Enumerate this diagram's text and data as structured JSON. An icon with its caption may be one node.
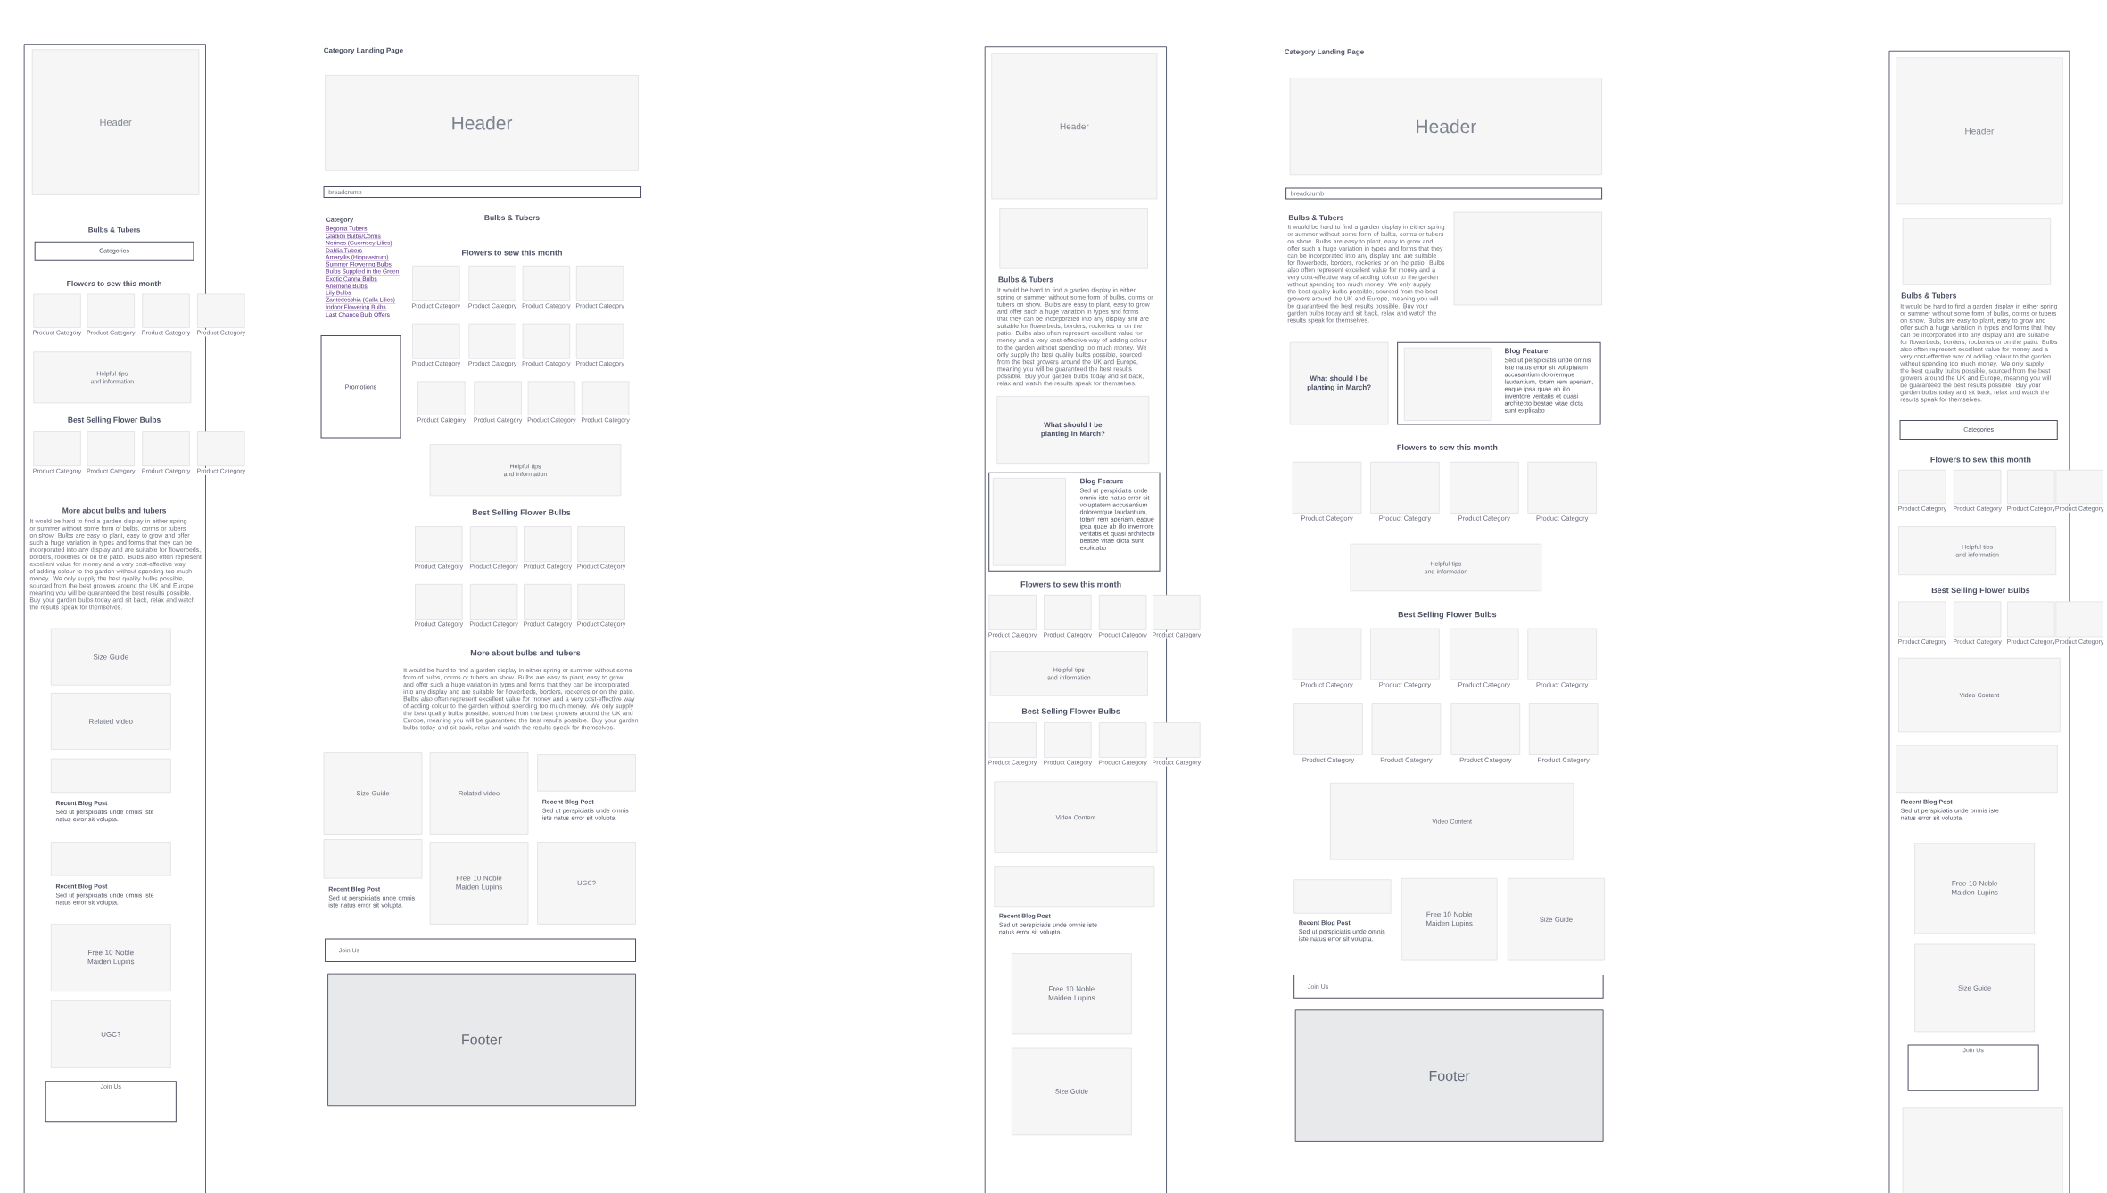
{
  "diagram": {
    "nodes": [
      {
        "text": [],
        "shape": "box"
      },
      {
        "text": [
          "Header"
        ],
        "in": 0
      },
      {
        "text": [
          "Categories"
        ],
        "in": 0
      },
      {
        "text": [],
        "shape": "box",
        "beside": [
          "Product Category"
        ],
        "in": 0
      },
      {
        "text": [],
        "shape": "box",
        "beside": [
          "Product Category"
        ],
        "in": 0
      },
      {
        "text": [],
        "shape": "box",
        "beside": [
          "Product Category"
        ],
        "in": 0
      },
      {
        "text": [],
        "shape": "box",
        "beside": [
          "Product Category"
        ]
      },
      {
        "text": [
          "Helpful tips and information"
        ],
        "in": 0
      },
      {
        "text": [],
        "shape": "box",
        "beside": [
          "Product Category"
        ],
        "in": 0
      },
      {
        "text": [],
        "shape": "box",
        "beside": [
          "Product Category"
        ],
        "in": 0
      },
      {
        "text": [],
        "shape": "box",
        "beside": [
          "Product Category"
        ],
        "in": 0
      },
      {
        "text": [],
        "shape": "box",
        "beside": [
          "Product Category"
        ]
      },
      {
        "text": [
          "Size Guide"
        ],
        "in": 0
      },
      {
        "text": [
          "Related video"
        ],
        "in": 0
      },
      {
        "text": [],
        "shape": "box",
        "beside": [
          "Recent Blog Post",
          "Sed ut perspiciatis unde omnis iste natus error sit volupta."
        ],
        "in": 0
      },
      {
        "text": [],
        "shape": "box",
        "beside": [
          "Recent Blog Post",
          "Sed ut perspiciatis unde omnis iste natus error sit volupta."
        ],
        "in": 0
      },
      {
        "text": [
          "Free 10 Noble Maiden Lupins"
        ],
        "in": 0
      },
      {
        "text": [
          "UGC?"
        ],
        "in": 0
      },
      {
        "text": [
          "Join Us"
        ],
        "in": 0
      },
      {
        "text": [
          "Header"
        ]
      },
      {
        "text": [
          "breadcrumb"
        ]
      },
      {
        "text": [
          "Promotions"
        ]
      },
      {
        "text": [],
        "shape": "box",
        "beside": [
          "Product Category"
        ]
      },
      {
        "text": [],
        "shape": "box",
        "beside": [
          "Product Category"
        ]
      },
      {
        "text": [],
        "shape": "box",
        "beside": [
          "Product Category"
        ]
      },
      {
        "text": [],
        "shape": "box",
        "beside": [
          "Product Category"
        ]
      },
      {
        "text": [],
        "shape": "box",
        "beside": [
          "Product Category"
        ]
      },
      {
        "text": [],
        "shape": "box",
        "beside": [
          "Product Category"
        ]
      },
      {
        "text": [],
        "shape": "box",
        "beside": [
          "Product Category"
        ]
      },
      {
        "text": [],
        "shape": "box",
        "beside": [
          "Product Category"
        ]
      },
      {
        "text": [],
        "shape": "box",
        "beside": [
          "Product Category"
        ]
      },
      {
        "text": [],
        "shape": "box",
        "beside": [
          "Product Category"
        ]
      },
      {
        "text": [],
        "shape": "box",
        "beside": [
          "Product Category"
        ]
      },
      {
        "text": [],
        "shape": "box",
        "beside": [
          "Product Category"
        ]
      },
      {
        "text": [
          "Helpful tips and information"
        ]
      },
      {
        "text": [],
        "shape": "box",
        "beside": [
          "Product Category"
        ]
      },
      {
        "text": [],
        "shape": "box",
        "beside": [
          "Product Category"
        ]
      },
      {
        "text": [],
        "shape": "box",
        "beside": [
          "Product Category"
        ]
      },
      {
        "text": [],
        "shape": "box",
        "beside": [
          "Product Category"
        ]
      },
      {
        "text": [],
        "shape": "box",
        "beside": [
          "Product Category"
        ]
      },
      {
        "text": [],
        "shape": "box",
        "beside": [
          "Product Category"
        ]
      },
      {
        "text": [],
        "shape": "box",
        "beside": [
          "Product Category"
        ]
      },
      {
        "text": [],
        "shape": "box",
        "beside": [
          "Product Category"
        ]
      },
      {
        "text": [
          "Size Guide"
        ]
      },
      {
        "text": [
          "Related video"
        ]
      },
      {
        "text": [],
        "shape": "box",
        "beside": [
          "Recent Blog Post",
          "Sed ut perspiciatis unde omnis iste natus error sit volupta."
        ]
      },
      {
        "text": [],
        "shape": "box",
        "beside": [
          "Recent Blog Post",
          "Sed ut perspiciatis unde omnis iste natus error sit volupta."
        ]
      },
      {
        "text": [
          "Free 10 Noble Maiden Lupins"
        ]
      },
      {
        "text": [
          "UGC?"
        ]
      },
      {
        "text": [
          "Join Us"
        ]
      },
      {
        "text": [
          "Footer"
        ]
      },
      {
        "text": [],
        "shape": "box"
      },
      {
        "text": [
          "Header"
        ],
        "in": 51
      },
      {
        "text": [],
        "shape": "box",
        "in": 51
      },
      {
        "text": [
          "What should I be planting in March?"
        ],
        "in": 51
      },
      {
        "text": [
          "Blog Feature",
          "Sed ut perspiciatis unde omnis iste natus error sit voluptatem accusantium doloremque laudantium, totam rem aperiam, eaque ipsa quae ab illo inventore veritatis et quasi architecto beatae vitae dicta sunt explicabo"
        ],
        "in": 51
      },
      {
        "text": [],
        "shape": "box",
        "in": 55
      },
      {
        "text": [],
        "shape": "box",
        "beside": [
          "Product Category"
        ],
        "in": 51
      },
      {
        "text": [],
        "shape": "box",
        "beside": [
          "Product Category"
        ],
        "in": 51
      },
      {
        "text": [],
        "shape": "box",
        "beside": [
          "Product Category"
        ],
        "in": 51
      },
      {
        "text": [],
        "shape": "box",
        "beside": [
          "Product Category"
        ]
      },
      {
        "text": [
          "Helpful tips and information"
        ],
        "in": 51
      },
      {
        "text": [],
        "shape": "box",
        "beside": [
          "Product Category"
        ],
        "in": 51
      },
      {
        "text": [],
        "shape": "box",
        "beside": [
          "Product Category"
        ],
        "in": 51
      },
      {
        "text": [],
        "shape": "box",
        "beside": [
          "Product Category"
        ],
        "in": 51
      },
      {
        "text": [],
        "shape": "box",
        "beside": [
          "Product Category"
        ]
      },
      {
        "text": [
          "Video Content"
        ],
        "in": 51
      },
      {
        "text": [],
        "shape": "box",
        "beside": [
          "Recent Blog Post",
          "Sed ut perspiciatis unde omnis iste natus error sit volupta."
        ],
        "in": 51
      },
      {
        "text": [
          "Free 10 Noble Maiden Lupins"
        ],
        "in": 51
      },
      {
        "text": [
          "Size Guide"
        ],
        "in": 51
      },
      {
        "text": [
          "Header"
        ]
      },
      {
        "text": [
          "breadcrumb"
        ]
      },
      {
        "text": [],
        "shape": "box"
      },
      {
        "text": [
          "What should I be planting in March?"
        ]
      },
      {
        "text": [
          "Blog Feature",
          "Sed ut perspiciatis unde omnis iste natus error sit voluptatem accusantium doloremque laudantium, totam rem aperiam, eaque ipsa quae ab illo inventore veritatis et quasi architecto beatae vitae dicta sunt explicabo"
        ]
      },
      {
        "text": [],
        "shape": "box",
        "in": 74
      },
      {
        "text": [],
        "shape": "box",
        "beside": [
          "Product Category"
        ]
      },
      {
        "text": [],
        "shape": "box",
        "beside": [
          "Product Category"
        ]
      },
      {
        "text": [],
        "shape": "box",
        "beside": [
          "Product Category"
        ]
      },
      {
        "text": [],
        "shape": "box",
        "beside": [
          "Product Category"
        ]
      },
      {
        "text": [
          "Helpful tips and information"
        ]
      },
      {
        "text": [],
        "shape": "box",
        "beside": [
          "Product Category"
        ]
      },
      {
        "text": [],
        "shape": "box",
        "beside": [
          "Product Category"
        ]
      },
      {
        "text": [],
        "shape": "box",
        "beside": [
          "Product Category"
        ]
      },
      {
        "text": [],
        "shape": "box",
        "beside": [
          "Product Category"
        ]
      },
      {
        "text": [],
        "shape": "box",
        "beside": [
          "Product Category"
        ]
      },
      {
        "text": [],
        "shape": "box",
        "beside": [
          "Product Category"
        ]
      },
      {
        "text": [],
        "shape": "box",
        "beside": [
          "Product Category"
        ]
      },
      {
        "text": [],
        "shape": "box",
        "beside": [
          "Product Category"
        ]
      },
      {
        "text": [
          "Video Content"
        ]
      },
      {
        "text": [],
        "shape": "box",
        "beside": [
          "Recent Blog Post",
          "Sed ut perspiciatis unde omnis iste natus error sit volupta."
        ]
      },
      {
        "text": [
          "Free 10 Noble Maiden Lupins"
        ]
      },
      {
        "text": [
          "Size Guide"
        ]
      },
      {
        "text": [
          "Join Us"
        ]
      },
      {
        "text": [
          "Footer"
        ]
      },
      {
        "text": [],
        "shape": "box"
      },
      {
        "text": [
          "Header"
        ],
        "in": 95
      },
      {
        "text": [],
        "shape": "box",
        "in": 95
      },
      {
        "text": [
          "Categories"
        ],
        "in": 95
      },
      {
        "text": [],
        "shape": "box",
        "beside": [
          "Product Category"
        ],
        "in": 95
      },
      {
        "text": [],
        "shape": "box",
        "beside": [
          "Product Category"
        ],
        "in": 95
      },
      {
        "text": [],
        "shape": "box",
        "beside": [
          "Product Category"
        ],
        "in": 95
      },
      {
        "text": [],
        "shape": "box",
        "beside": [
          "Product Category"
        ]
      },
      {
        "text": [
          "Helpful tips and information"
        ],
        "in": 95
      },
      {
        "text": [],
        "shape": "box",
        "beside": [
          "Product Category"
        ],
        "in": 95
      },
      {
        "text": [],
        "shape": "box",
        "beside": [
          "Product Category"
        ],
        "in": 95
      },
      {
        "text": [],
        "shape": "box",
        "beside": [
          "Product Category"
        ],
        "in": 95
      },
      {
        "text": [],
        "shape": "box",
        "beside": [
          "Product Category"
        ]
      },
      {
        "text": [
          "Video Content"
        ],
        "in": 95
      },
      {
        "text": [],
        "shape": "box",
        "beside": [
          "Recent Blog Post",
          "Sed ut perspiciatis unde omnis iste natus error sit volupta."
        ],
        "in": 95
      },
      {
        "text": [
          "Free 10 Noble Maiden Lupins"
        ],
        "in": 95
      },
      {
        "text": [
          "Size Guide"
        ],
        "in": 95
      },
      {
        "text": [
          "Join Us"
        ],
        "in": 95
      },
      {
        "text": [],
        "shape": "box",
        "in": 95
      }
    ],
    "labels": [
      "Bulbs & Tubers",
      "Flowers to sew this month",
      "Best Selling Flower Bulbs",
      "More about bulbs and tubers",
      "It would be hard to find a garden display in either spring or summer without some form of bulbs, corms or tubers on show. Bulbs are easy to plant, easy to grow and offer such a huge variation in types and forms that they can be incorporated into any display and are suitable for flowerbeds, borders, rockeries or on the patio. Bulbs also often represent excellent value for money and a very cost-effective way of adding colour to the garden without spending too much money. We only supply the best quality bulbs possible, sourced from the best growers around the UK and Europe, meaning you will be guaranteed the best results possible. Buy your garden bulbs today and sit back, relax and watch the results speak for themselves.",
      "Category Landing Page",
      "Category",
      "Begonia Tubers",
      "Gladioli Bulbs/Corms",
      "Nerines (Guernsey Lilies)",
      "Dahlia Tubers",
      "Amaryllis (Hippeastrum)",
      "Summer Flowering Bulbs",
      "Bulbs Supplied in the Green",
      "Exotic Canna Bulbs",
      "Anemone Bulbs",
      "Lily Bulbs",
      "Zantedeschia (Calla Lilies)",
      "Indoor Flowering Bulbs",
      "Last Chance Bulb Offers",
      "Bulbs & Tubers",
      "Flowers to sew this month",
      "Best Selling Flower Bulbs",
      "More about bulbs and tubers",
      "It would be hard to find a garden display in either spring or summer without some form of bulbs, corms or tubers on show. Bulbs are easy to plant, easy to grow and offer such a huge variation in types and forms that they can be incorporated into any display and are suitable for flowerbeds, borders, rockeries or on the patio. Bulbs also often represent excellent value for money and a very cost-effective way of adding colour to the garden without spending too much money. We only supply the best quality bulbs possible, sourced from the best growers around the UK and Europe, meaning you will be guaranteed the best results possible. Buy your garden bulbs today and sit back, relax and watch the results speak for themselves.",
      "Bulbs & Tubers",
      "It would be hard to find a garden display in either spring or summer without some form of bulbs, corms or tubers on show. Bulbs are easy to plant, easy to grow and offer such a huge variation in types and forms that they can be incorporated into any display and are suitable for flowerbeds, borders, rockeries or on the patio. Bulbs also often represent excellent value for money and a very cost-effective way of adding colour to the garden without spending too much money. We only supply the best quality bulbs possible, sourced from the best growers around the UK and Europe, meaning you will be guaranteed the best results possible. Buy your garden bulbs today and sit back, relax and watch the results speak for themselves.",
      "Flowers to sew this month",
      "Best Selling Flower Bulbs",
      "Category Landing Page",
      "Bulbs & Tubers",
      "It would be hard to find a garden display in either spring or summer without some form of bulbs, corms or tubers on show. Bulbs are easy to plant, easy to grow and offer such a huge variation in types and forms that they can be incorporated into any display and are suitable for flowerbeds, borders, rockeries or on the patio. Bulbs also often represent excellent value for money and a very cost-effective way of adding colour to the garden without spending too much money. We only supply the best quality bulbs possible, sourced from the best growers around the UK and Europe, meaning you will be guaranteed the best results possible. Buy your garden bulbs today and sit back, relax and watch the results speak for themselves.",
      "Flowers to sew this month",
      "Best Selling Flower Bulbs",
      "Bulbs & Tubers",
      "It would be hard to find a garden display in either spring or summer without some form of bulbs, corms or tubers on show. Bulbs are easy to plant, easy to grow and offer such a huge variation in types and forms that they can be incorporated into any display and are suitable for flowerbeds, borders, rockeries or on the patio. Bulbs also often represent excellent value for money and a very cost-effective way of adding colour to the garden without spending too much money. We only supply the best quality bulbs possible, sourced from the best growers around the UK and Europe, meaning you will be guaranteed the best results possible. Buy your garden bulbs today and sit back, relax and watch the results speak for themselves.",
      "Flowers to sew this month",
      "Best Selling Flower Bulbs"
    ]
  }
}
